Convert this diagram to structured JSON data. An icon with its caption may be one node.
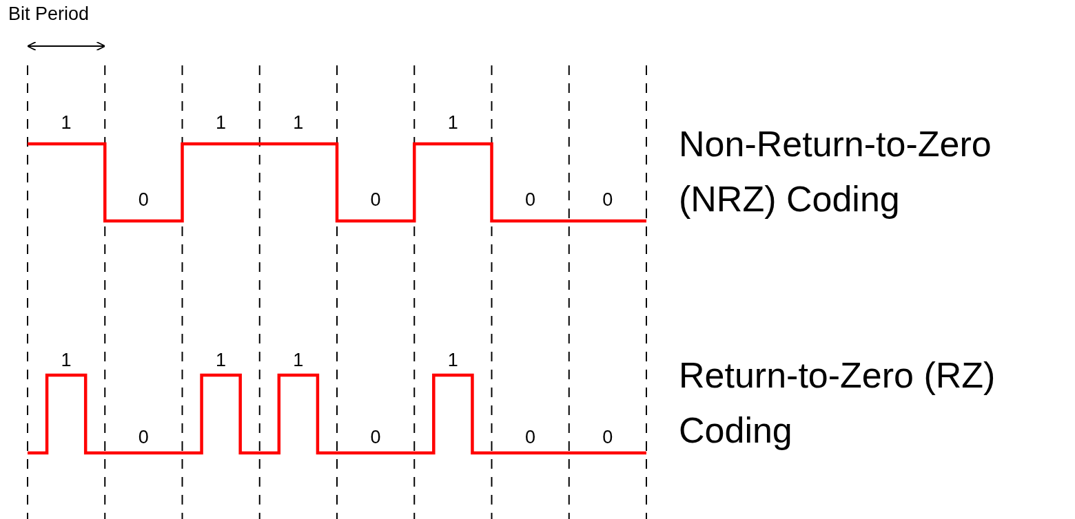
{
  "diagram": {
    "labels": [
      "Bit Period",
      "1",
      "0",
      "1",
      "1",
      "0",
      "1",
      "0",
      "0",
      "Non-Return-to-Zero (NRZ) Coding",
      "1",
      "0",
      "1",
      "1",
      "0",
      "1",
      "0",
      "0",
      "Return-to-Zero (RZ) Coding"
    ]
  }
}
